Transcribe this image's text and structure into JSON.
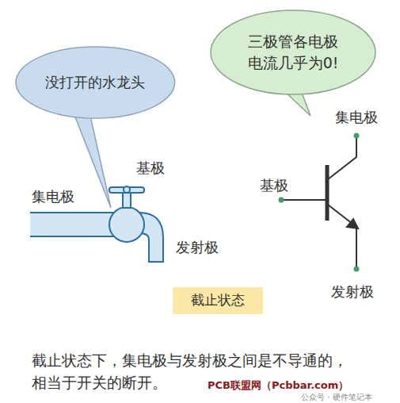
{
  "diagram": {
    "caption": "截止状态下，集电极与发射极之间是不导通的， 相当于开关的断开。",
    "nodes": [
      {
        "text": [
          "没打开的水龙头"
        ]
      },
      {
        "text": [
          "三极管各电极 电流几乎为0!"
        ]
      },
      {
        "text": [
          "截止状态"
        ]
      }
    ],
    "labels": [
      "集电极",
      "基极",
      "发射极",
      "集电极",
      "基极",
      "发射极",
      "PCB联盟网（Pcbbar.com）",
      "公众号 · 硬件笔记本"
    ]
  }
}
